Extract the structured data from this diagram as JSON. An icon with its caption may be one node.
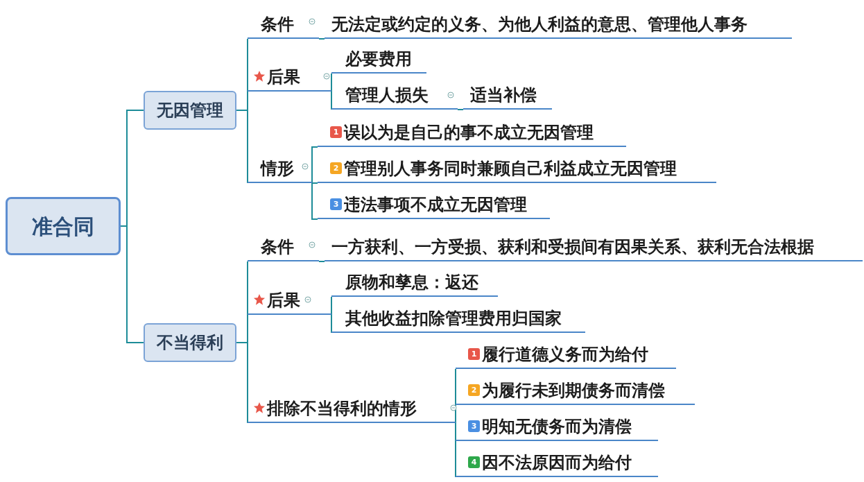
{
  "diagram": {
    "nodes": [
      {
        "text": [
          "准合同"
        ]
      },
      {
        "text": [
          "无因管理"
        ]
      },
      {
        "text": [
          "条件"
        ]
      },
      {
        "text": [
          "无法定或约定的义务、为他人利益的意思、管理他人事务"
        ]
      },
      {
        "text": [
          "后果"
        ]
      },
      {
        "text": [
          "必要费用"
        ]
      },
      {
        "text": [
          "管理人损失"
        ]
      },
      {
        "text": [
          "适当补偿"
        ]
      },
      {
        "text": [
          "情形"
        ]
      },
      {
        "text": [
          "1",
          "误以为是自己的事不成立无因管理"
        ]
      },
      {
        "text": [
          "2",
          "管理别人事务同时兼顾自己利益成立无因管理"
        ]
      },
      {
        "text": [
          "3",
          "违法事项不成立无因管理"
        ]
      },
      {
        "text": [
          "不当得利"
        ]
      },
      {
        "text": [
          "条件"
        ]
      },
      {
        "text": [
          "一方获利、一方受损、获利和受损间有因果关系、获利无合法根据"
        ]
      },
      {
        "text": [
          "后果"
        ]
      },
      {
        "text": [
          "原物和孳息：返还"
        ]
      },
      {
        "text": [
          "其他收益扣除管理费用归国家"
        ]
      },
      {
        "text": [
          "排除不当得利的情形"
        ]
      },
      {
        "text": [
          "1",
          "履行道德义务而为给付"
        ]
      },
      {
        "text": [
          "2",
          "为履行未到期债务而清偿"
        ]
      },
      {
        "text": [
          "3",
          "明知无债务而为清偿"
        ]
      },
      {
        "text": [
          "4",
          "因不法原因而为给付"
        ]
      }
    ],
    "edges": [
      {
        "from": 0,
        "to": 1,
        "arrow": "none"
      },
      {
        "from": 1,
        "to": 2,
        "arrow": "none"
      },
      {
        "from": 2,
        "to": 3,
        "arrow": "none"
      },
      {
        "from": 1,
        "to": 4,
        "arrow": "none"
      },
      {
        "from": 4,
        "to": 5,
        "arrow": "none"
      },
      {
        "from": 4,
        "to": 6,
        "arrow": "none"
      },
      {
        "from": 6,
        "to": 7,
        "arrow": "none"
      },
      {
        "from": 1,
        "to": 8,
        "arrow": "none"
      },
      {
        "from": 8,
        "to": 9,
        "arrow": "none"
      },
      {
        "from": 8,
        "to": 10,
        "arrow": "none"
      },
      {
        "from": 8,
        "to": 11,
        "arrow": "none"
      },
      {
        "from": 0,
        "to": 12,
        "arrow": "none"
      },
      {
        "from": 12,
        "to": 13,
        "arrow": "none"
      },
      {
        "from": 13,
        "to": 14,
        "arrow": "none"
      },
      {
        "from": 12,
        "to": 15,
        "arrow": "none"
      },
      {
        "from": 15,
        "to": 16,
        "arrow": "none"
      },
      {
        "from": 15,
        "to": 17,
        "arrow": "none"
      },
      {
        "from": 12,
        "to": 18,
        "arrow": "none"
      },
      {
        "from": 18,
        "to": 19,
        "arrow": "none"
      },
      {
        "from": 18,
        "to": 20,
        "arrow": "none"
      },
      {
        "from": 18,
        "to": 21,
        "arrow": "none"
      },
      {
        "from": 18,
        "to": 22,
        "arrow": "none"
      }
    ]
  }
}
